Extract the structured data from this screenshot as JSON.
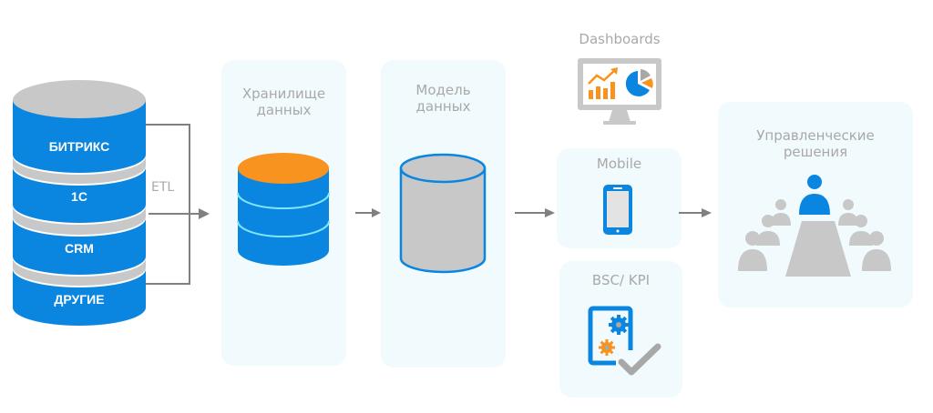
{
  "sources": {
    "items": [
      "БИТРИКС",
      "1С",
      "CRM",
      "ДРУГИЕ"
    ]
  },
  "etl": {
    "label": "ETL"
  },
  "stages": {
    "warehouse": {
      "title_line1": "Хранилище",
      "title_line2": "данных"
    },
    "model": {
      "title_line1": "Модель",
      "title_line2": "данных"
    },
    "dashboards": {
      "title": "Dashboards"
    },
    "mobile": {
      "title": "Mobile"
    },
    "bsc_kpi": {
      "title": "BSC/ KPI"
    },
    "decisions": {
      "title_line1": "Управленческие",
      "title_line2": "решения"
    }
  },
  "colors": {
    "blue": "#0a86e0",
    "orange": "#f7931e",
    "gray": "#c8c8c8",
    "panel": "#f1fafd",
    "arrow": "#808080",
    "title_text": "#a9a9a9"
  }
}
